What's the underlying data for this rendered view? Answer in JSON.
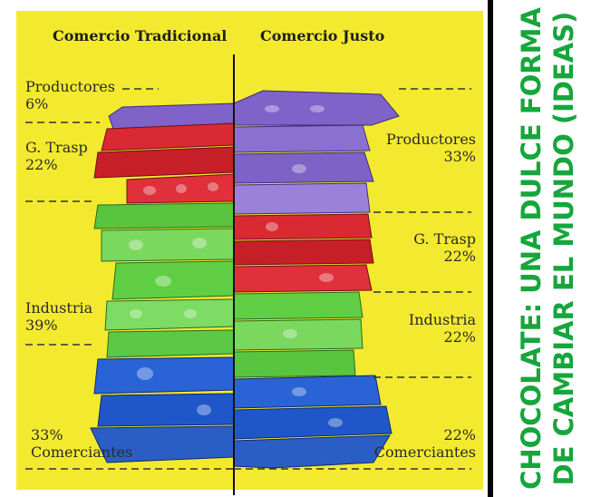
{
  "headers": {
    "left": "Comercio Tradicional",
    "right": "Comercio Justo"
  },
  "left_segments": [
    {
      "line1": "Productores",
      "line2": "6%"
    },
    {
      "line1": "G. Trasp",
      "line2": "22%"
    },
    {
      "line1": "Industria",
      "line2": "39%"
    },
    {
      "line1": "33%",
      "line2": "Comerciantes"
    }
  ],
  "right_segments": [
    {
      "line1": "Productores",
      "line2": "33%"
    },
    {
      "line1": "G. Trasp",
      "line2": "22%"
    },
    {
      "line1": "Industria",
      "line2": "22%"
    },
    {
      "line1": "22%",
      "line2": "Comerciantes"
    }
  ],
  "side_title": {
    "line1": "CHOCOLATE: UNA DULCE FORMA",
    "line2": "DE CAMBIAR EL MUNDO (IDEAS)"
  },
  "colors": {
    "background": "#f3ea2f",
    "productores": "#7f63c8",
    "transporte": "#d92a33",
    "industria": "#5fce45",
    "comerciantes": "#1f57c9",
    "title_green": "#16a63c"
  }
}
